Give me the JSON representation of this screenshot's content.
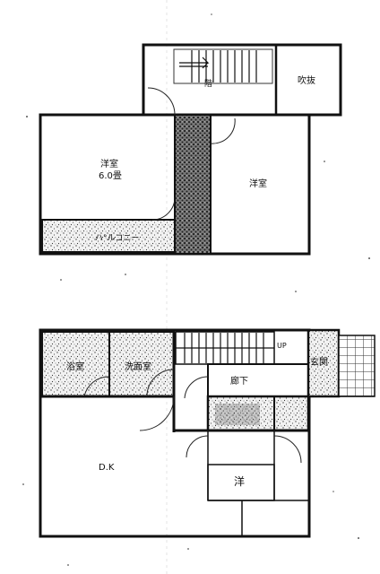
{
  "upper_floor": {
    "stair_label": "階",
    "closet_label": "吹抜",
    "room_west": "洋室",
    "room_west_size": "6.0畳",
    "room_east": "洋室",
    "storage_label": "ハ°ルコニー"
  },
  "lower_floor": {
    "bath_label": "浴室",
    "washroom_label": "洗面室",
    "stair_mark": "UP",
    "corridor_label": "廊下",
    "entrance_label": "玄関",
    "dk_label": "D.K",
    "western_room_label": "洋"
  }
}
